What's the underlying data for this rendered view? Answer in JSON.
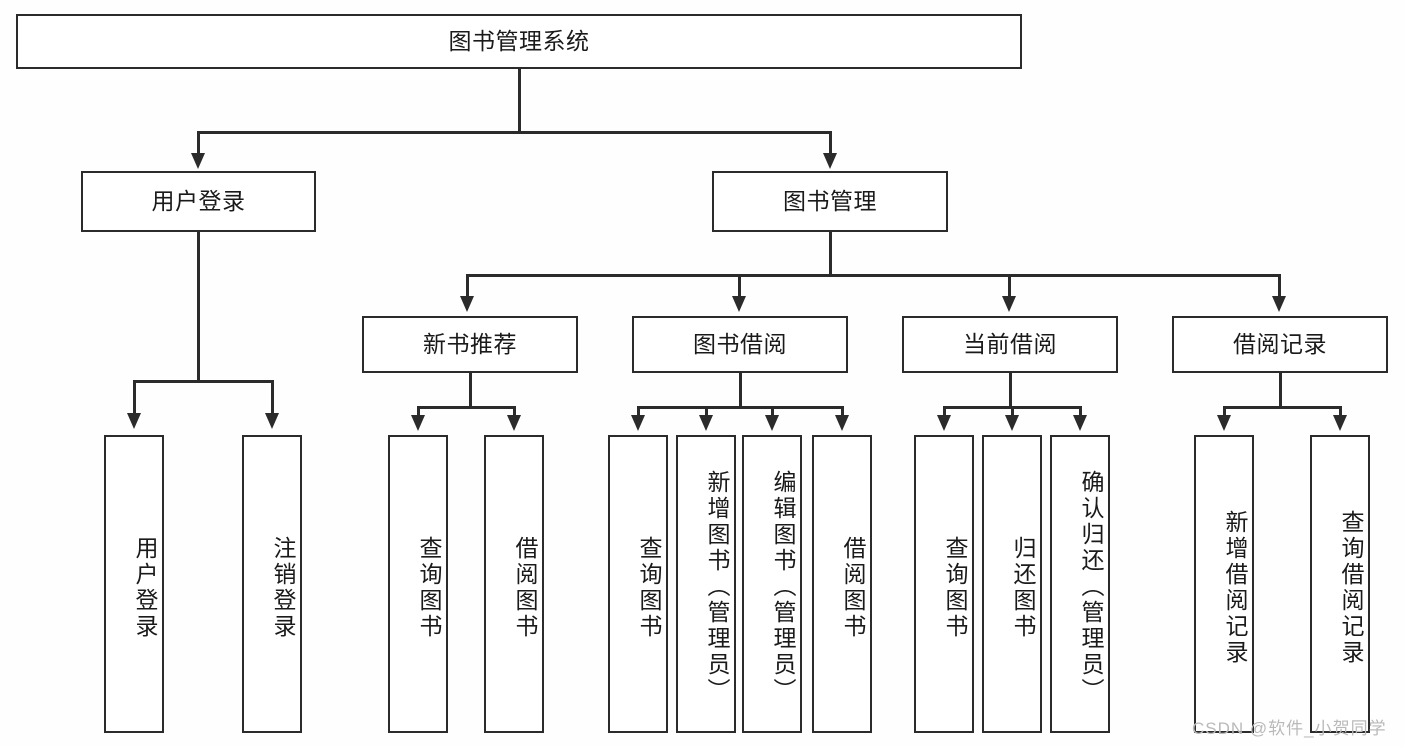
{
  "diagram": {
    "type": "tree-hierarchy",
    "title": "图书管理系统",
    "root": {
      "label": "图书管理系统"
    },
    "level2": [
      {
        "label": "用户登录"
      },
      {
        "label": "图书管理"
      }
    ],
    "level3": [
      {
        "label": "新书推荐"
      },
      {
        "label": "图书借阅"
      },
      {
        "label": "当前借阅"
      },
      {
        "label": "借阅记录"
      }
    ],
    "leaves": {
      "user_login": [
        {
          "label": "用户登录"
        },
        {
          "label": "注销登录"
        }
      ],
      "new_book_recommend": [
        {
          "label": "查询图书"
        },
        {
          "label": "借阅图书"
        }
      ],
      "book_borrow": [
        {
          "label": "查询图书"
        },
        {
          "label": "新增图书（管理员）"
        },
        {
          "label": "编辑图书（管理员）"
        },
        {
          "label": "借阅图书"
        }
      ],
      "current_borrow": [
        {
          "label": "查询图书"
        },
        {
          "label": "归还图书"
        },
        {
          "label": "确认归还（管理员）"
        }
      ],
      "borrow_record": [
        {
          "label": "新增借阅记录"
        },
        {
          "label": "查询借阅记录"
        }
      ]
    }
  },
  "watermark": {
    "text": "CSDN @软件_小贺同学"
  },
  "colors": {
    "stroke": "#2b2b2b",
    "fill": "#ffffff",
    "background": "#fefefe",
    "watermark": "#b9b9b9"
  }
}
